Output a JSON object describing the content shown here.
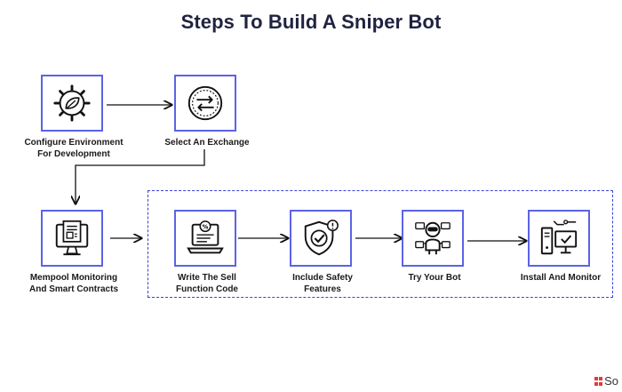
{
  "title": "Steps To Build A Sniper Bot",
  "steps": [
    {
      "label_line1": "Configure Environment",
      "label_line2": "For Development",
      "icon": "gear-leaf-icon"
    },
    {
      "label_line1": "Select An Exchange",
      "label_line2": "",
      "icon": "exchange-arrows-icon"
    },
    {
      "label_line1": "Mempool Monitoring",
      "label_line2": "And Smart Contracts",
      "icon": "monitor-document-icon"
    },
    {
      "label_line1": "Write The Sell",
      "label_line2": "Function Code",
      "icon": "laptop-code-icon"
    },
    {
      "label_line1": "Include Safety",
      "label_line2": "Features",
      "icon": "shield-check-icon"
    },
    {
      "label_line1": "Try Your Bot",
      "label_line2": "",
      "icon": "robot-icon"
    },
    {
      "label_line1": "Install And Monitor",
      "label_line2": "",
      "icon": "computer-tools-icon"
    }
  ],
  "brand": {
    "text": "So",
    "color": "#e23b3b"
  },
  "colors": {
    "box_border": "#5b63e8",
    "group_border": "#3a42d8",
    "title": "#1f2340"
  }
}
